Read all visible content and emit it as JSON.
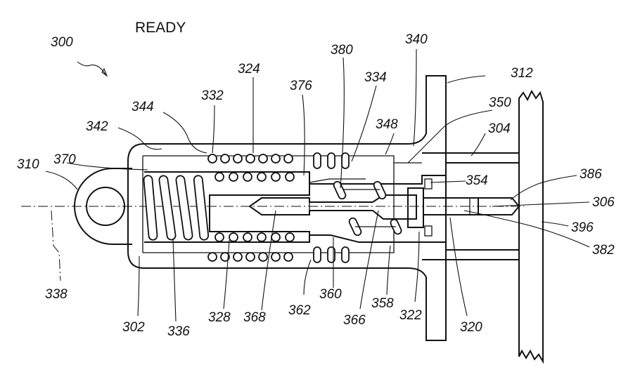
{
  "title": "READY",
  "refs": {
    "r300": "300",
    "r302": "302",
    "r304": "304",
    "r306": "306",
    "r310": "310",
    "r312": "312",
    "r320": "320",
    "r322": "322",
    "r324": "324",
    "r328": "328",
    "r332": "332",
    "r334": "334",
    "r336": "336",
    "r338": "338",
    "r340": "340",
    "r342": "342",
    "r344": "344",
    "r348": "348",
    "r350": "350",
    "r354": "354",
    "r358": "358",
    "r360": "360",
    "r362": "362",
    "r366": "366",
    "r368": "368",
    "r370": "370",
    "r376": "376",
    "r380": "380",
    "r382": "382",
    "r386": "386",
    "r396": "396"
  }
}
